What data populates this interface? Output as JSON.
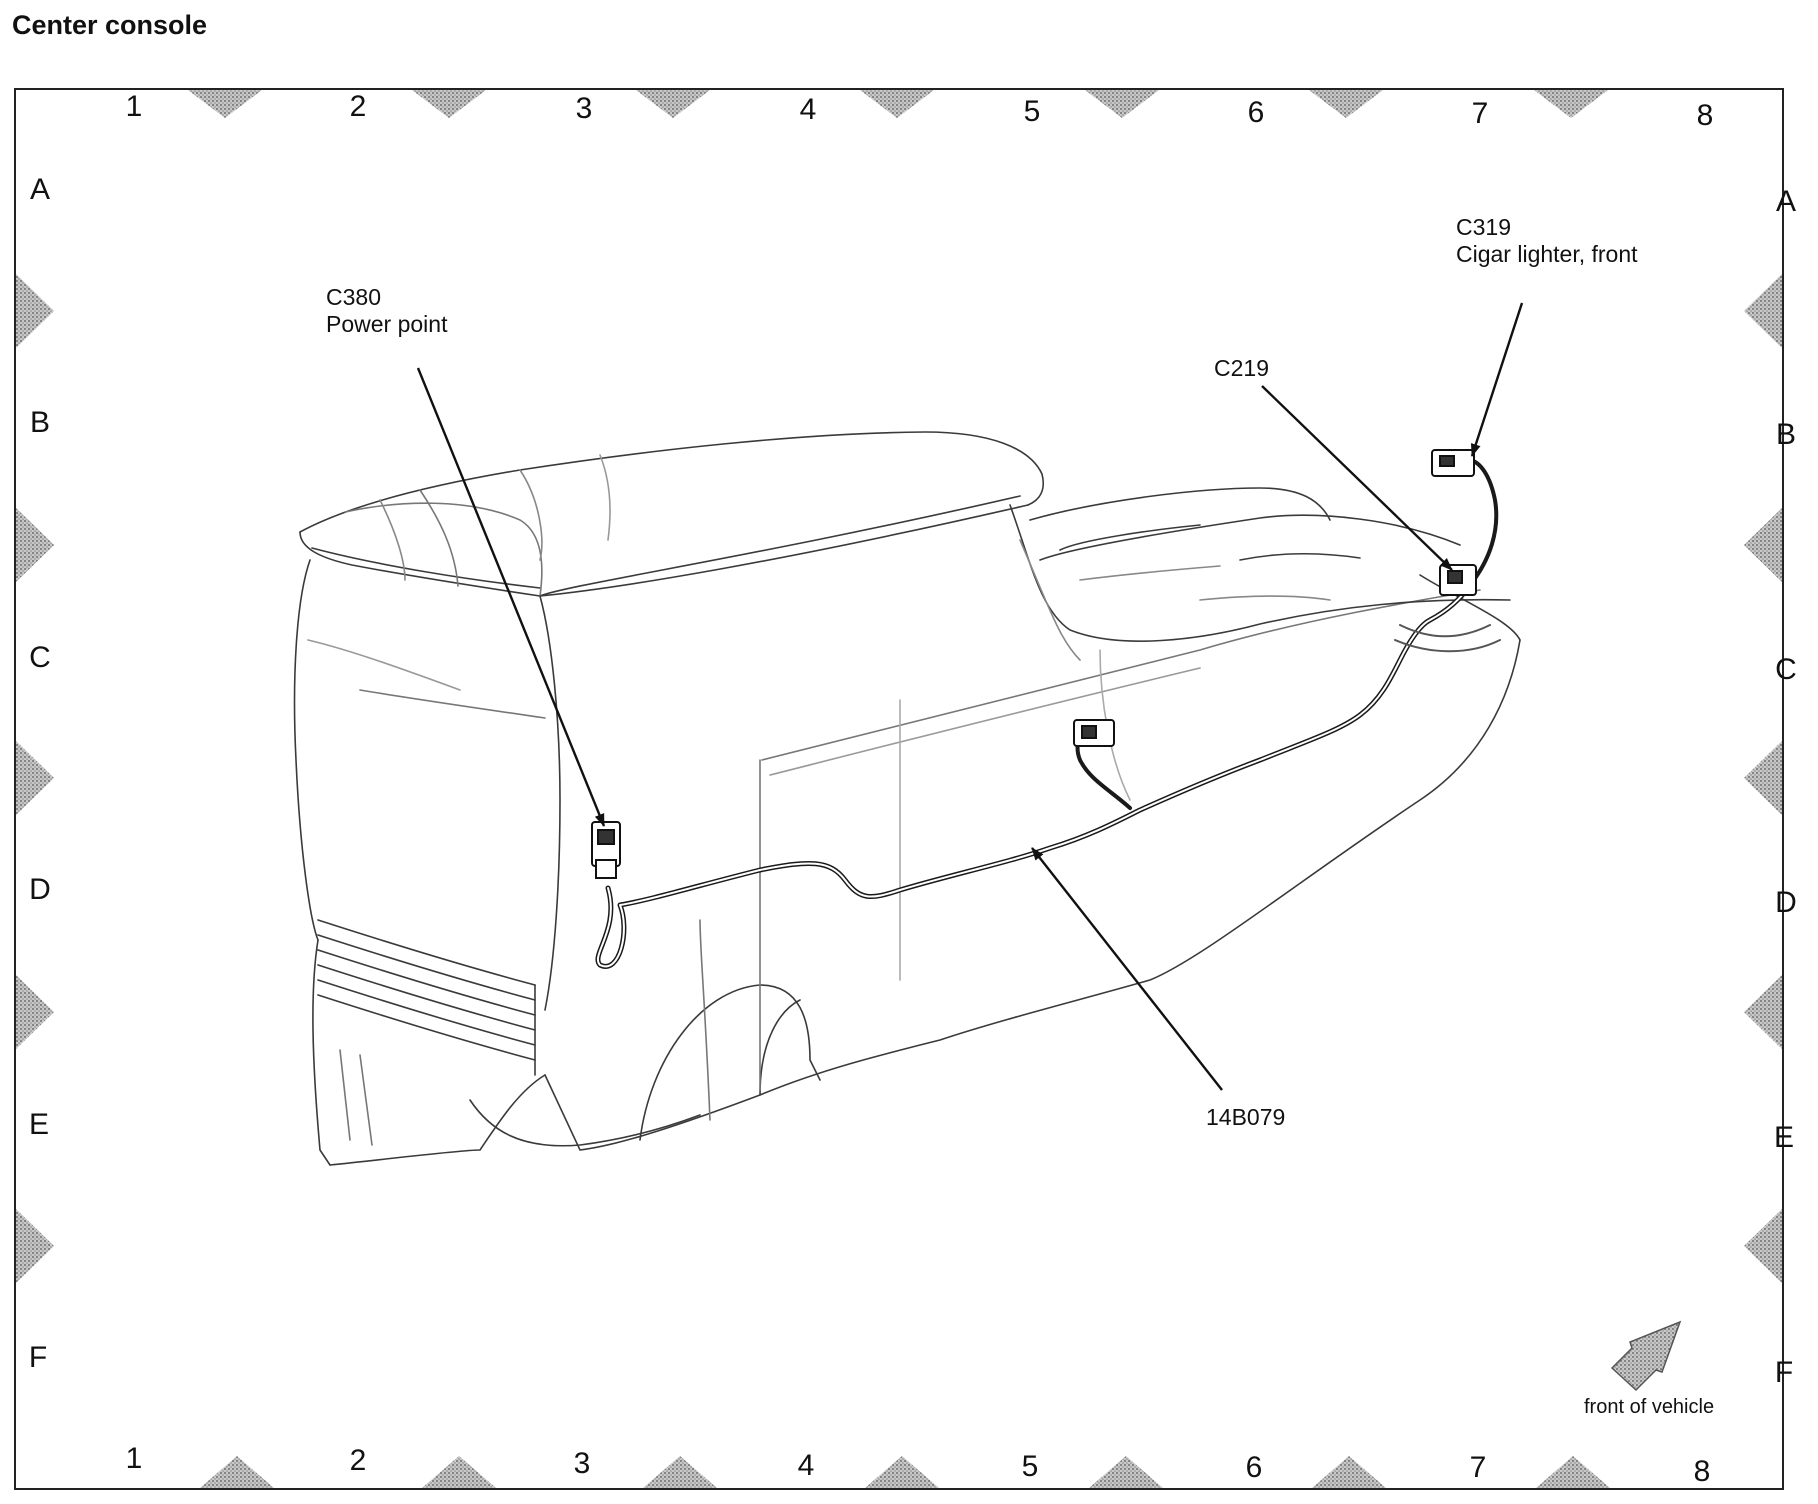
{
  "title": "Center console",
  "grid": {
    "columns": [
      "1",
      "2",
      "3",
      "4",
      "5",
      "6",
      "7",
      "8"
    ],
    "rows": [
      "A",
      "B",
      "C",
      "D",
      "E",
      "F"
    ]
  },
  "callouts": {
    "c380": {
      "code": "C380",
      "description": "Power point"
    },
    "c319": {
      "code": "C319",
      "description": "Cigar lighter, front"
    },
    "c219": {
      "code": "C219"
    },
    "harness": {
      "code": "14B079"
    }
  },
  "orientation": {
    "label": "front of vehicle"
  },
  "colors": {
    "border": "#222222",
    "marker": "#9a9a9a",
    "line": "#1a1a1a"
  }
}
